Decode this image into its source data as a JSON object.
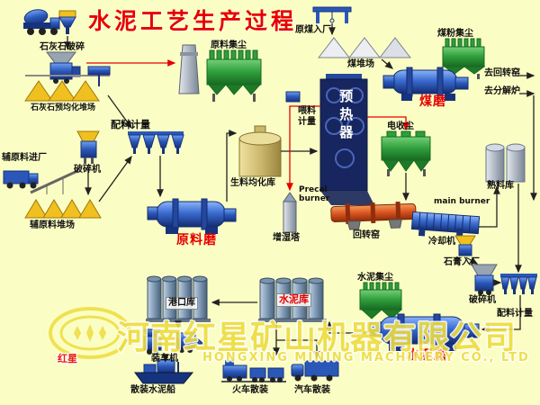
{
  "title": "水泥工艺生产过程",
  "watermark": {
    "company_cn": "河南红星矿山机器有限公司",
    "company_en": "HONGXING MINING MACHINERY CO., LTD",
    "logo_text": "红星"
  },
  "labels": {
    "limestone_crushing": "石灰石破碎",
    "limestone_preblending_yard": "石灰石预均化堆场",
    "aux_material_in": "辅原料进厂",
    "crusher_left": "破碎机",
    "aux_material_yard": "辅原料堆场",
    "batching_left": "配料计量",
    "raw_mill": "原料磨",
    "raw_dust_collector": "原料集尘",
    "raw_coal_in": "原煤入厂",
    "coal_yard": "煤堆场",
    "coal_dust_collector": "煤粉集尘",
    "coal_mill": "煤磨",
    "to_rotary_kiln": "去回转窑",
    "to_calciner": "去分解炉",
    "feeding_metering": "喂料计量",
    "raw_meal_silo": "生料均化库",
    "preheater": "预热器",
    "esp": "电收尘",
    "precal_burner": "Precal burner",
    "humidifier_tower": "增湿塔",
    "rotary_kiln": "回转窑",
    "main_burner": "main burner",
    "cooler": "冷却机",
    "clinker_silo": "熟料库",
    "gypsum_in": "石膏入厂",
    "cement_dust_collector": "水泥集尘",
    "crusher_right": "破碎机",
    "batching_right": "配料计量",
    "cement_mill": "水泥磨",
    "cement_silo": "水泥库",
    "port_silo": "港口库",
    "loading_machine": "装车机",
    "bulk_cement_ship": "散装水泥船",
    "train_bulk": "火车散装",
    "truck_bulk": "汽车散装"
  },
  "colors": {
    "background": "#FBFEC4",
    "title_red": "#E60000",
    "equipment_blue": "#2B57B8",
    "dust_collector_green": "#2F9E3C",
    "kiln_orange": "#D9531E",
    "silo_tan": "#CDB96E",
    "watermark_yellow": "#EDDC3F"
  }
}
